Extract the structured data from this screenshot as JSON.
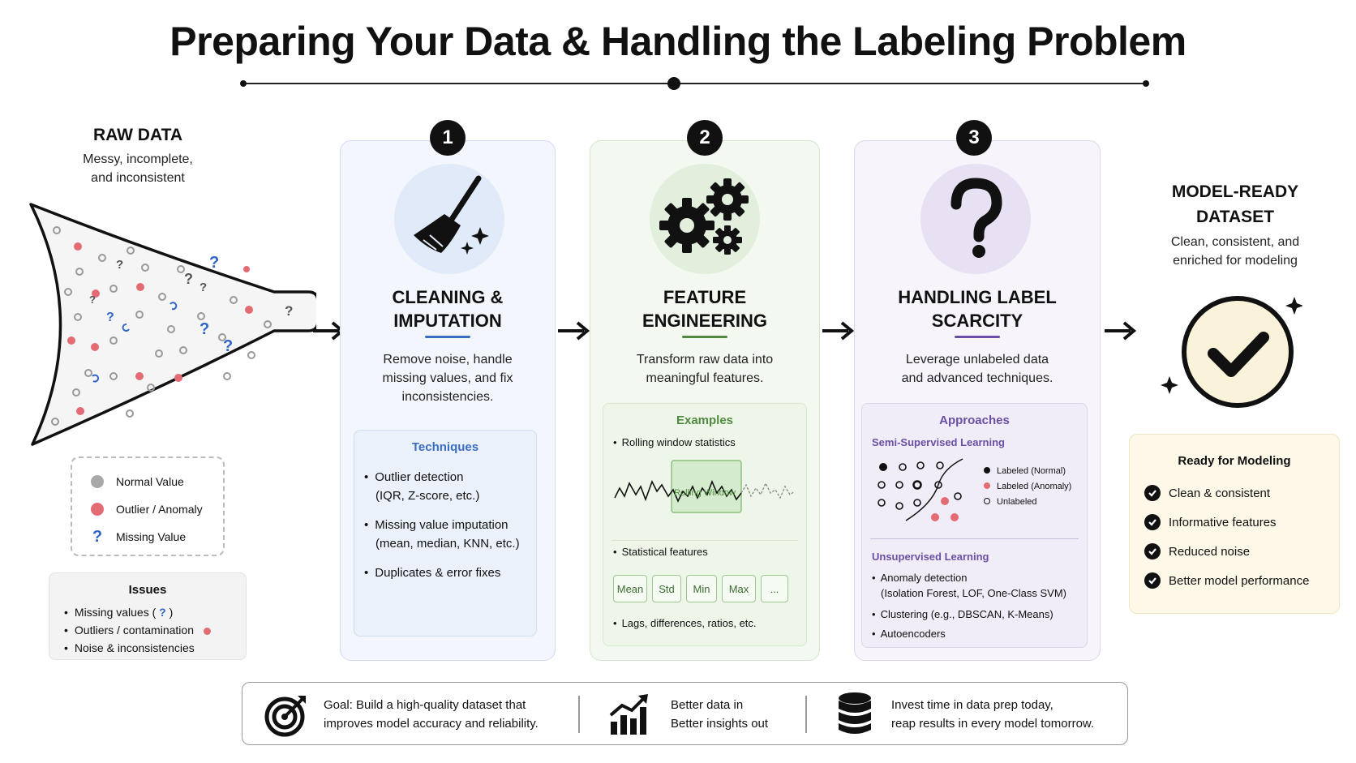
{
  "title": "Preparing Your Data & Handling the Labeling Problem",
  "raw": {
    "title": "RAW DATA",
    "subtitle_1": "Messy, incomplete,",
    "subtitle_2": "and inconsistent"
  },
  "legend": {
    "items": [
      "Normal Value",
      "Outlier / Anomaly",
      "Missing Value"
    ]
  },
  "issues": {
    "title": "Issues",
    "item_1": "Missing values (",
    "item_1_mark": "?",
    "item_1_end": ")",
    "item_2": "Outliers / contamination",
    "item_3": "Noise & inconsistencies"
  },
  "steps": [
    {
      "number": "1",
      "title_1": "CLEANING &",
      "title_2": "IMPUTATION",
      "desc_1": "Remove noise, handle",
      "desc_2": "missing values, and fix",
      "desc_3": "inconsistencies.",
      "box_title": "Techniques",
      "techniques": [
        {
          "line_1": "Outlier detection",
          "line_2": "(IQR, Z-score, etc.)"
        },
        {
          "line_1": "Missing value imputation",
          "line_2": "(mean, median, KNN, etc.)"
        },
        {
          "line_1": "Duplicates & error fixes",
          "line_2": ""
        }
      ]
    },
    {
      "number": "2",
      "title_1": "FEATURE",
      "title_2": "ENGINEERING",
      "desc_1": "Transform raw data into",
      "desc_2": "meaningful features.",
      "box_title": "Examples",
      "rolling": "Rolling window statistics",
      "rolling_label": "Rolling Window",
      "statistical": "Statistical features",
      "chips": [
        "Mean",
        "Std",
        "Min",
        "Max",
        "..."
      ],
      "lags": "Lags, differences, ratios, etc."
    },
    {
      "number": "3",
      "title_1": "HANDLING LABEL",
      "title_2": "SCARCITY",
      "desc_1": "Leverage unlabeled data",
      "desc_2": "and advanced techniques.",
      "box_title": "Approaches",
      "semi_title": "Semi-Supervised Learning",
      "semi_legend": [
        "Labeled (Normal)",
        "Labeled (Anomaly)",
        "Unlabeled"
      ],
      "unsup_title": "Unsupervised Learning",
      "unsup_1a": "Anomaly detection",
      "unsup_1b": "(Isolation Forest, LOF, One-Class SVM)",
      "unsup_2": "Clustering (e.g., DBSCAN, K-Means)",
      "unsup_3": "Autoencoders"
    }
  ],
  "model_ready": {
    "title_1": "MODEL-READY",
    "title_2": "DATASET",
    "subtitle_1": "Clean, consistent, and",
    "subtitle_2": "enriched for modeling",
    "box_title": "Ready for Modeling",
    "items": [
      "Clean & consistent",
      "Informative features",
      "Reduced noise",
      "Better model performance"
    ]
  },
  "footer": {
    "goal_1": "Goal: Build a high-quality dataset that",
    "goal_2": "improves model accuracy and reliability.",
    "better_1": "Better data in",
    "better_2": "Better insights out",
    "invest_1": "Invest time in data prep today,",
    "invest_2": "reap results in every model tomorrow."
  },
  "colors": {
    "normal": "#a8a8a8",
    "anomaly": "#e36b74",
    "missing": "#2f64c9",
    "step1_accent": "#3b6ec2",
    "step2_accent": "#4f8a3f",
    "step3_accent": "#6a4fa3"
  }
}
